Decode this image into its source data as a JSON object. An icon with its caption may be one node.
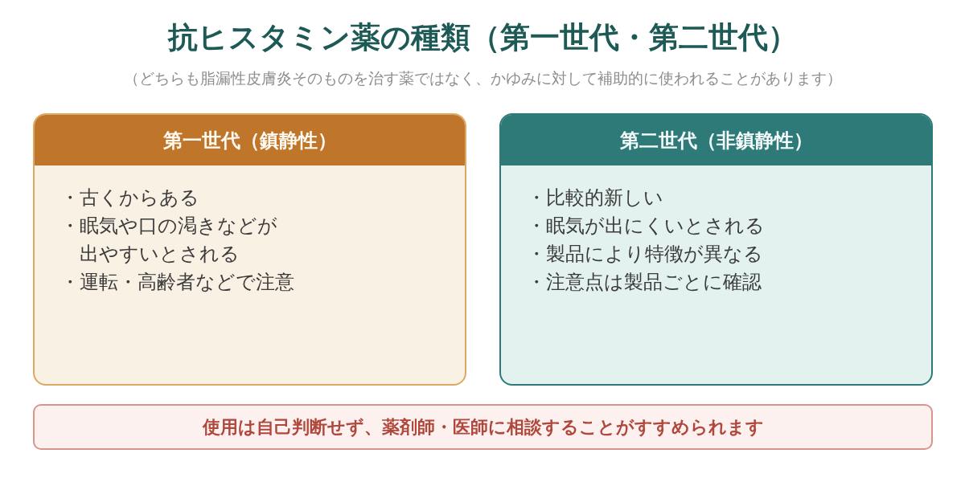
{
  "diagram": {
    "title": "抗ヒスタミン薬の種類（第一世代・第二世代）",
    "nodes": [
      {
        "text": [
          "第一世代（鎮静性）",
          "・古くからある",
          "・眠気や口の渇きなどが出やすいとされる",
          "・運転・高齢者などで注意"
        ]
      },
      {
        "text": [
          "第二世代（非鎮静性）",
          "・比較的新しい",
          "・眠気が出にくいとされる",
          "・製品により特徴が異なる",
          "・注意点は製品ごとに確認"
        ]
      },
      {
        "text": [
          "使用は自己判断せず、薬剤師・医師に相談することがすすめられます"
        ]
      }
    ],
    "labels": [
      "（どちらも脂漏性皮膚炎そのものを治す薬ではなく、かゆみに対して補助的に使われることがあります）"
    ]
  }
}
